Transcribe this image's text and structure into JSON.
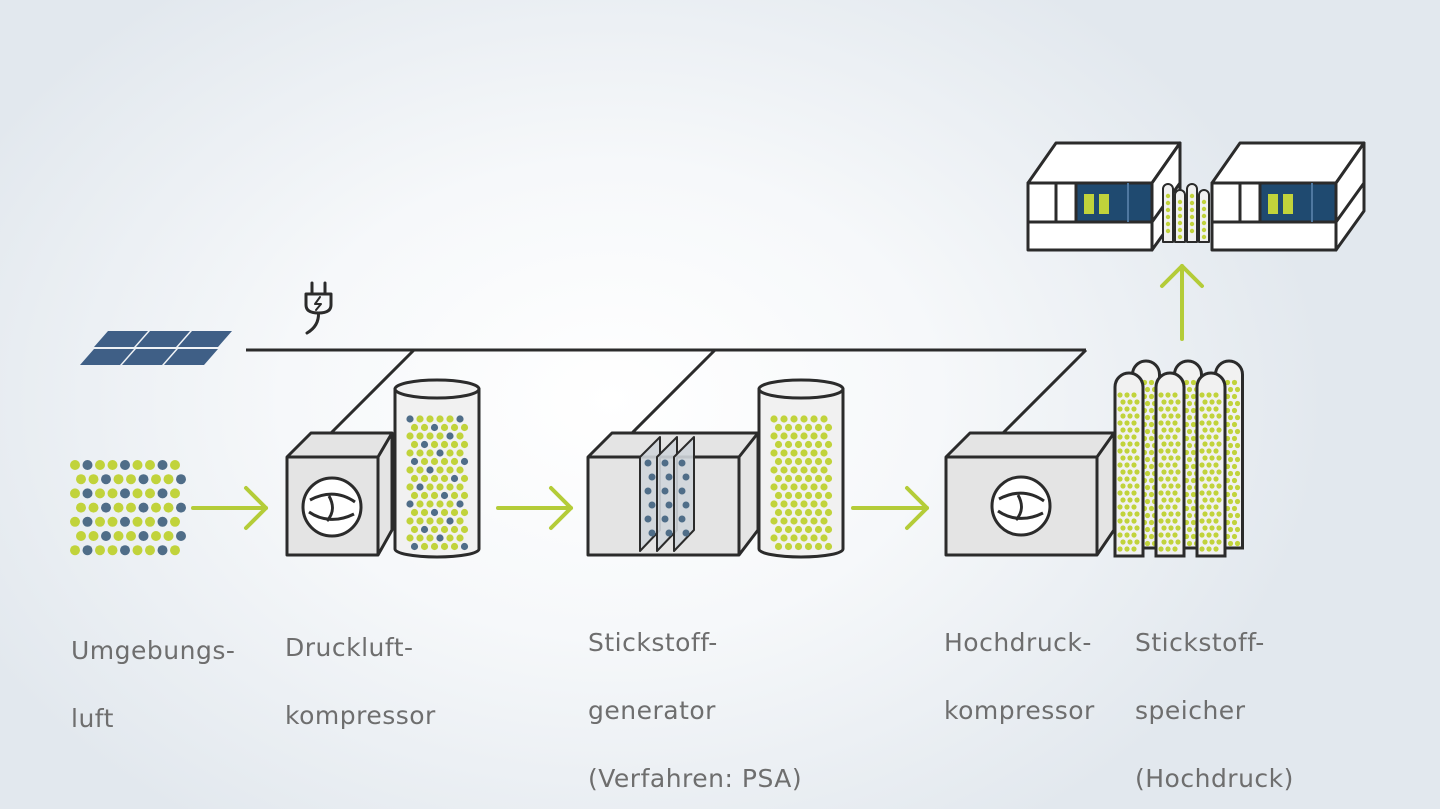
{
  "colors": {
    "accent_green": "#b4cc38",
    "dot_green": "#c1d33b",
    "dot_blue": "#4f6d88",
    "panel_blue": "#3f5f86",
    "machine_blue": "#1f4a70",
    "outline": "#2b2b2b",
    "machine_fill": "#e4e4e4",
    "tank_fill": "#f1f1f1",
    "label_gray": "#6e6e6e"
  },
  "icons": {
    "power": "plug-icon",
    "energy": "solar-panel-icon",
    "compressor": "fan-icon",
    "flow": "arrow-right-icon",
    "output": "arrow-up-icon"
  },
  "stages": [
    {
      "line1": "Umgebungs-",
      "line2": "luft"
    },
    {
      "line1": "Druckluft-",
      "line2": "kompressor"
    },
    {
      "line1": "Stickstoff-",
      "line2": "generator",
      "line3": "(Verfahren: PSA)"
    },
    {
      "line1": "Hochdruck-",
      "line2": "kompressor"
    },
    {
      "line1": "Stickstoff-",
      "line2": "speicher",
      "line3": "(Hochdruck)"
    }
  ]
}
